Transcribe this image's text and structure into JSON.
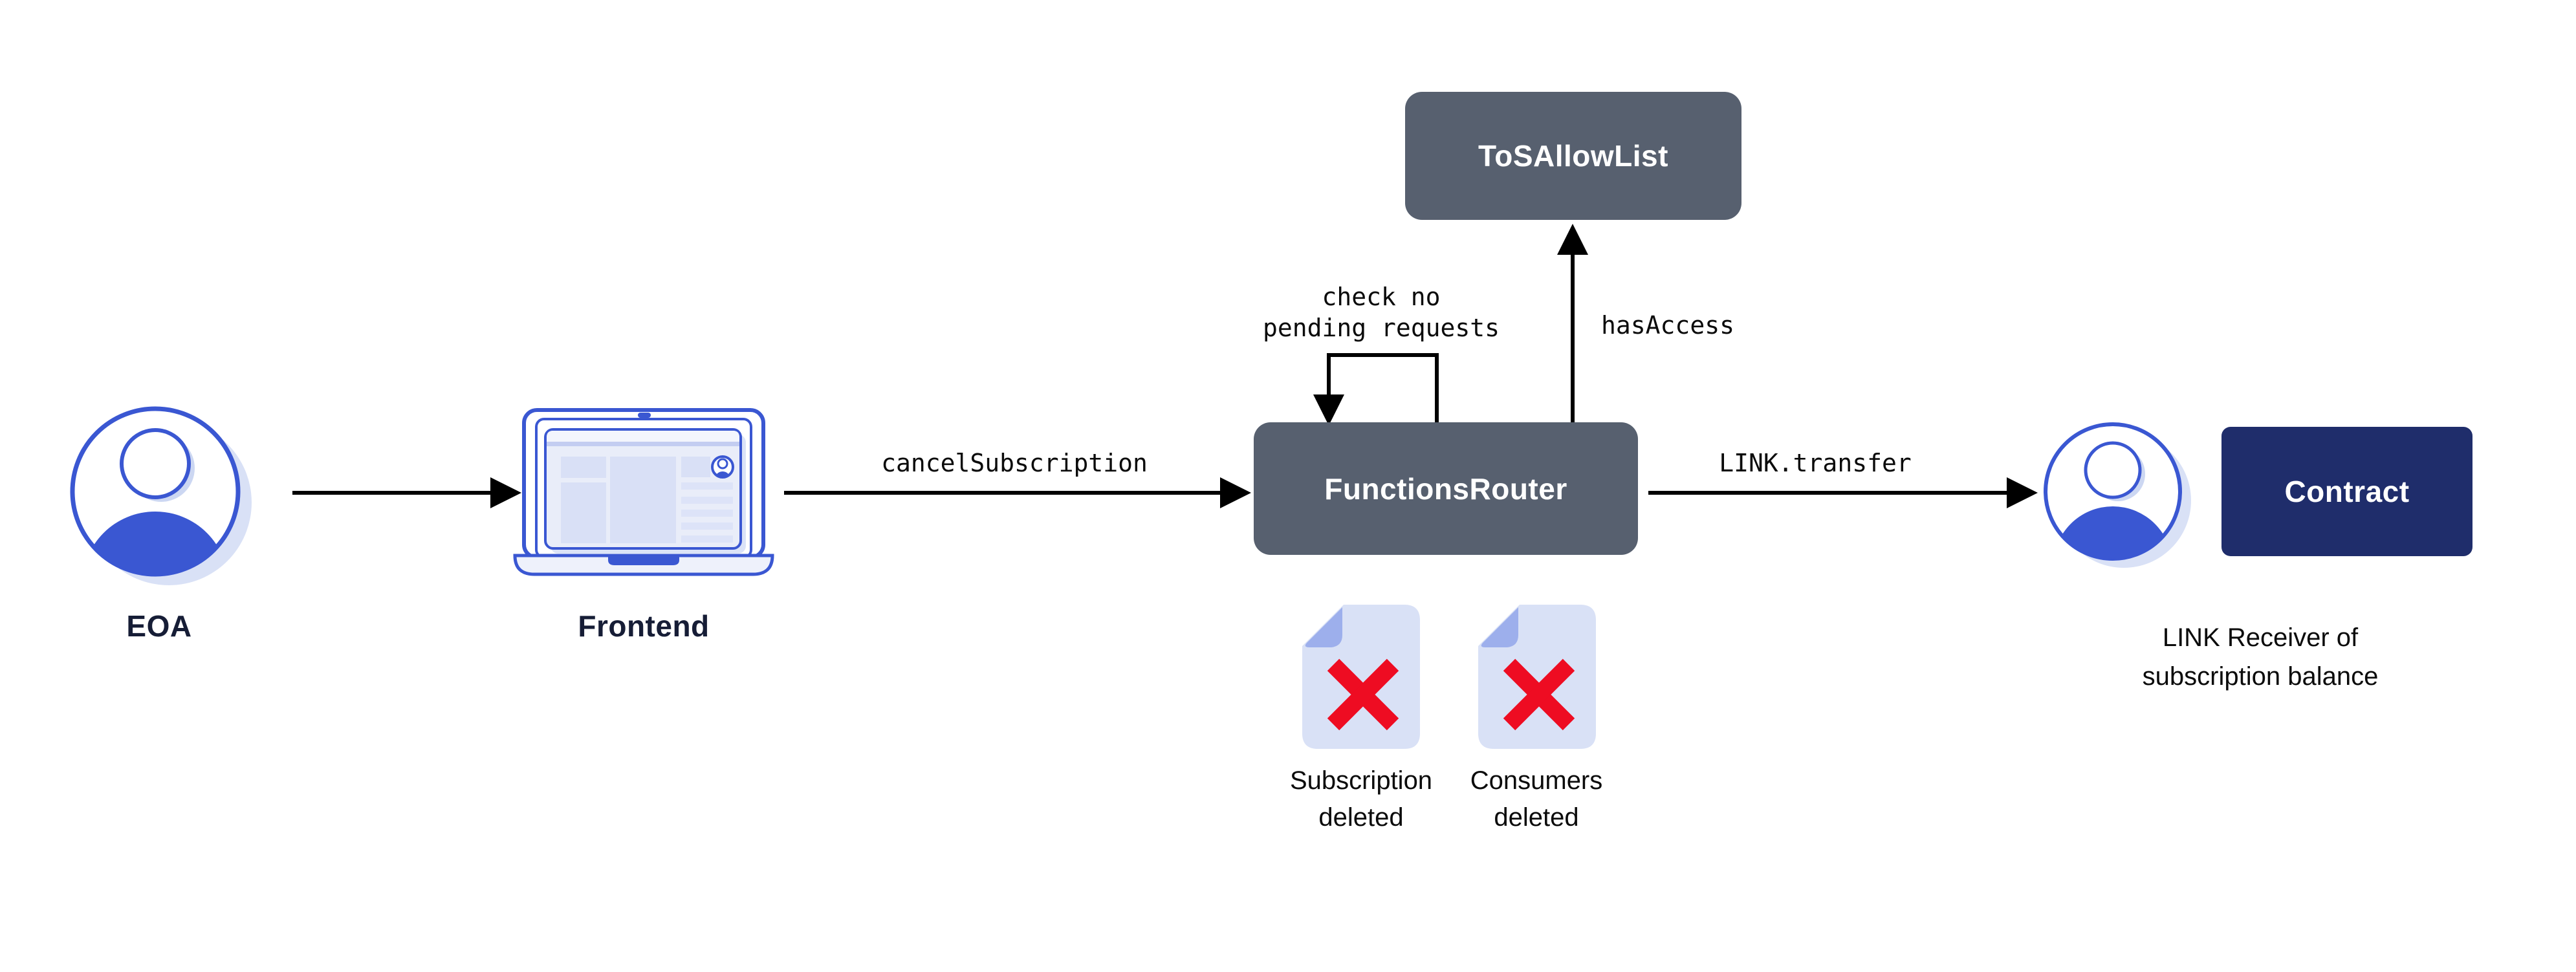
{
  "title": "Cancel subscription flow diagram",
  "nodes": {
    "eoa": {
      "label": "EOA"
    },
    "frontend": {
      "label": "Frontend"
    },
    "functions_router": {
      "label": "FunctionsRouter"
    },
    "tos_allow_list": {
      "label": "ToSAllowList"
    },
    "contract": {
      "label": "Contract"
    },
    "link_receiver": {
      "label": "LINK Receiver of\nsubscription balance"
    },
    "subscription_deleted": {
      "label": "Subscription\ndeleted"
    },
    "consumers_deleted": {
      "label": "Consumers\ndeleted"
    }
  },
  "edges": {
    "cancel_subscription": {
      "label": "cancelSubscription"
    },
    "link_transfer": {
      "label": "LINK.transfer"
    },
    "has_access": {
      "label": "hasAccess"
    },
    "check_no_pending": {
      "label": "check no\npending requests"
    }
  },
  "icons": {
    "eoa_avatar": "user-avatar-icon",
    "receiver_avatar": "user-avatar-icon",
    "frontend": "laptop-browser-icon",
    "deleted_docs": "document-x-icon"
  },
  "colors": {
    "primary_blue": "#3a57d2",
    "shadow_blue": "#d9e1f6",
    "slate_gray": "#57606f",
    "navy": "#1f2d6b",
    "red_x": "#ee0c22",
    "doc_body": "#d9e1f6",
    "doc_fold": "#9dafec",
    "label_dark": "#161d36",
    "arrow_black": "#000000",
    "background": "#ffffff"
  }
}
